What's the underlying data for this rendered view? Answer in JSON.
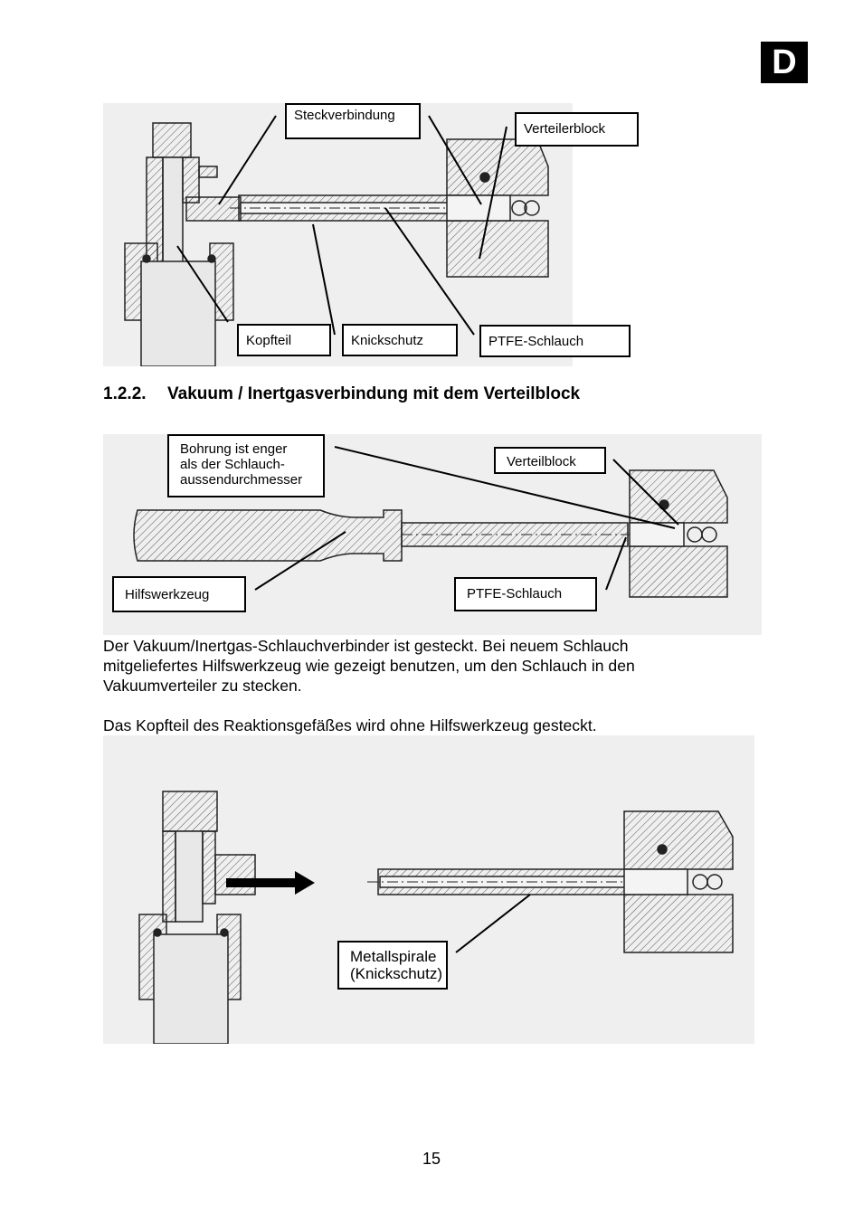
{
  "tab": {
    "letter": "D"
  },
  "figure1": {
    "labels": {
      "steckverbindung": "Steckverbindung",
      "verteilerblock": "Verteilerblock",
      "kopfteil": "Kopfteil",
      "knickschutz": "Knickschutz",
      "ptfe": "PTFE-Schlauch"
    }
  },
  "section": {
    "number": "1.2.2.",
    "title": "Vakuum / Inertgasverbindung mit dem Verteilblock"
  },
  "figure2": {
    "labels": {
      "bohrung_line1": "Bohrung ist enger",
      "bohrung_line2": "als der Schlauch-",
      "bohrung_line3": "aussendurchmesser",
      "verteilblock": "Verteilblock",
      "hilfswerkzeug": "Hilfswerkzeug",
      "ptfe": "PTFE-Schlauch"
    }
  },
  "paragraphs": {
    "p1_line1": "Der Vakuum/Inertgas-Schlauchverbinder ist gesteckt. Bei neuem Schlauch",
    "p1_line2": "mitgeliefertes Hilfswerkzeug wie gezeigt benutzen, um den Schlauch in den",
    "p1_line3": "Vakuumverteiler zu stecken.",
    "p2": "Das Kopfteil des Reaktionsgefäßes wird ohne Hilfswerkzeug gesteckt."
  },
  "figure3": {
    "labels": {
      "metall_line1": "Metallspirale",
      "metall_line2": "(Knickschutz)"
    }
  },
  "footer": {
    "page_number": "15"
  }
}
